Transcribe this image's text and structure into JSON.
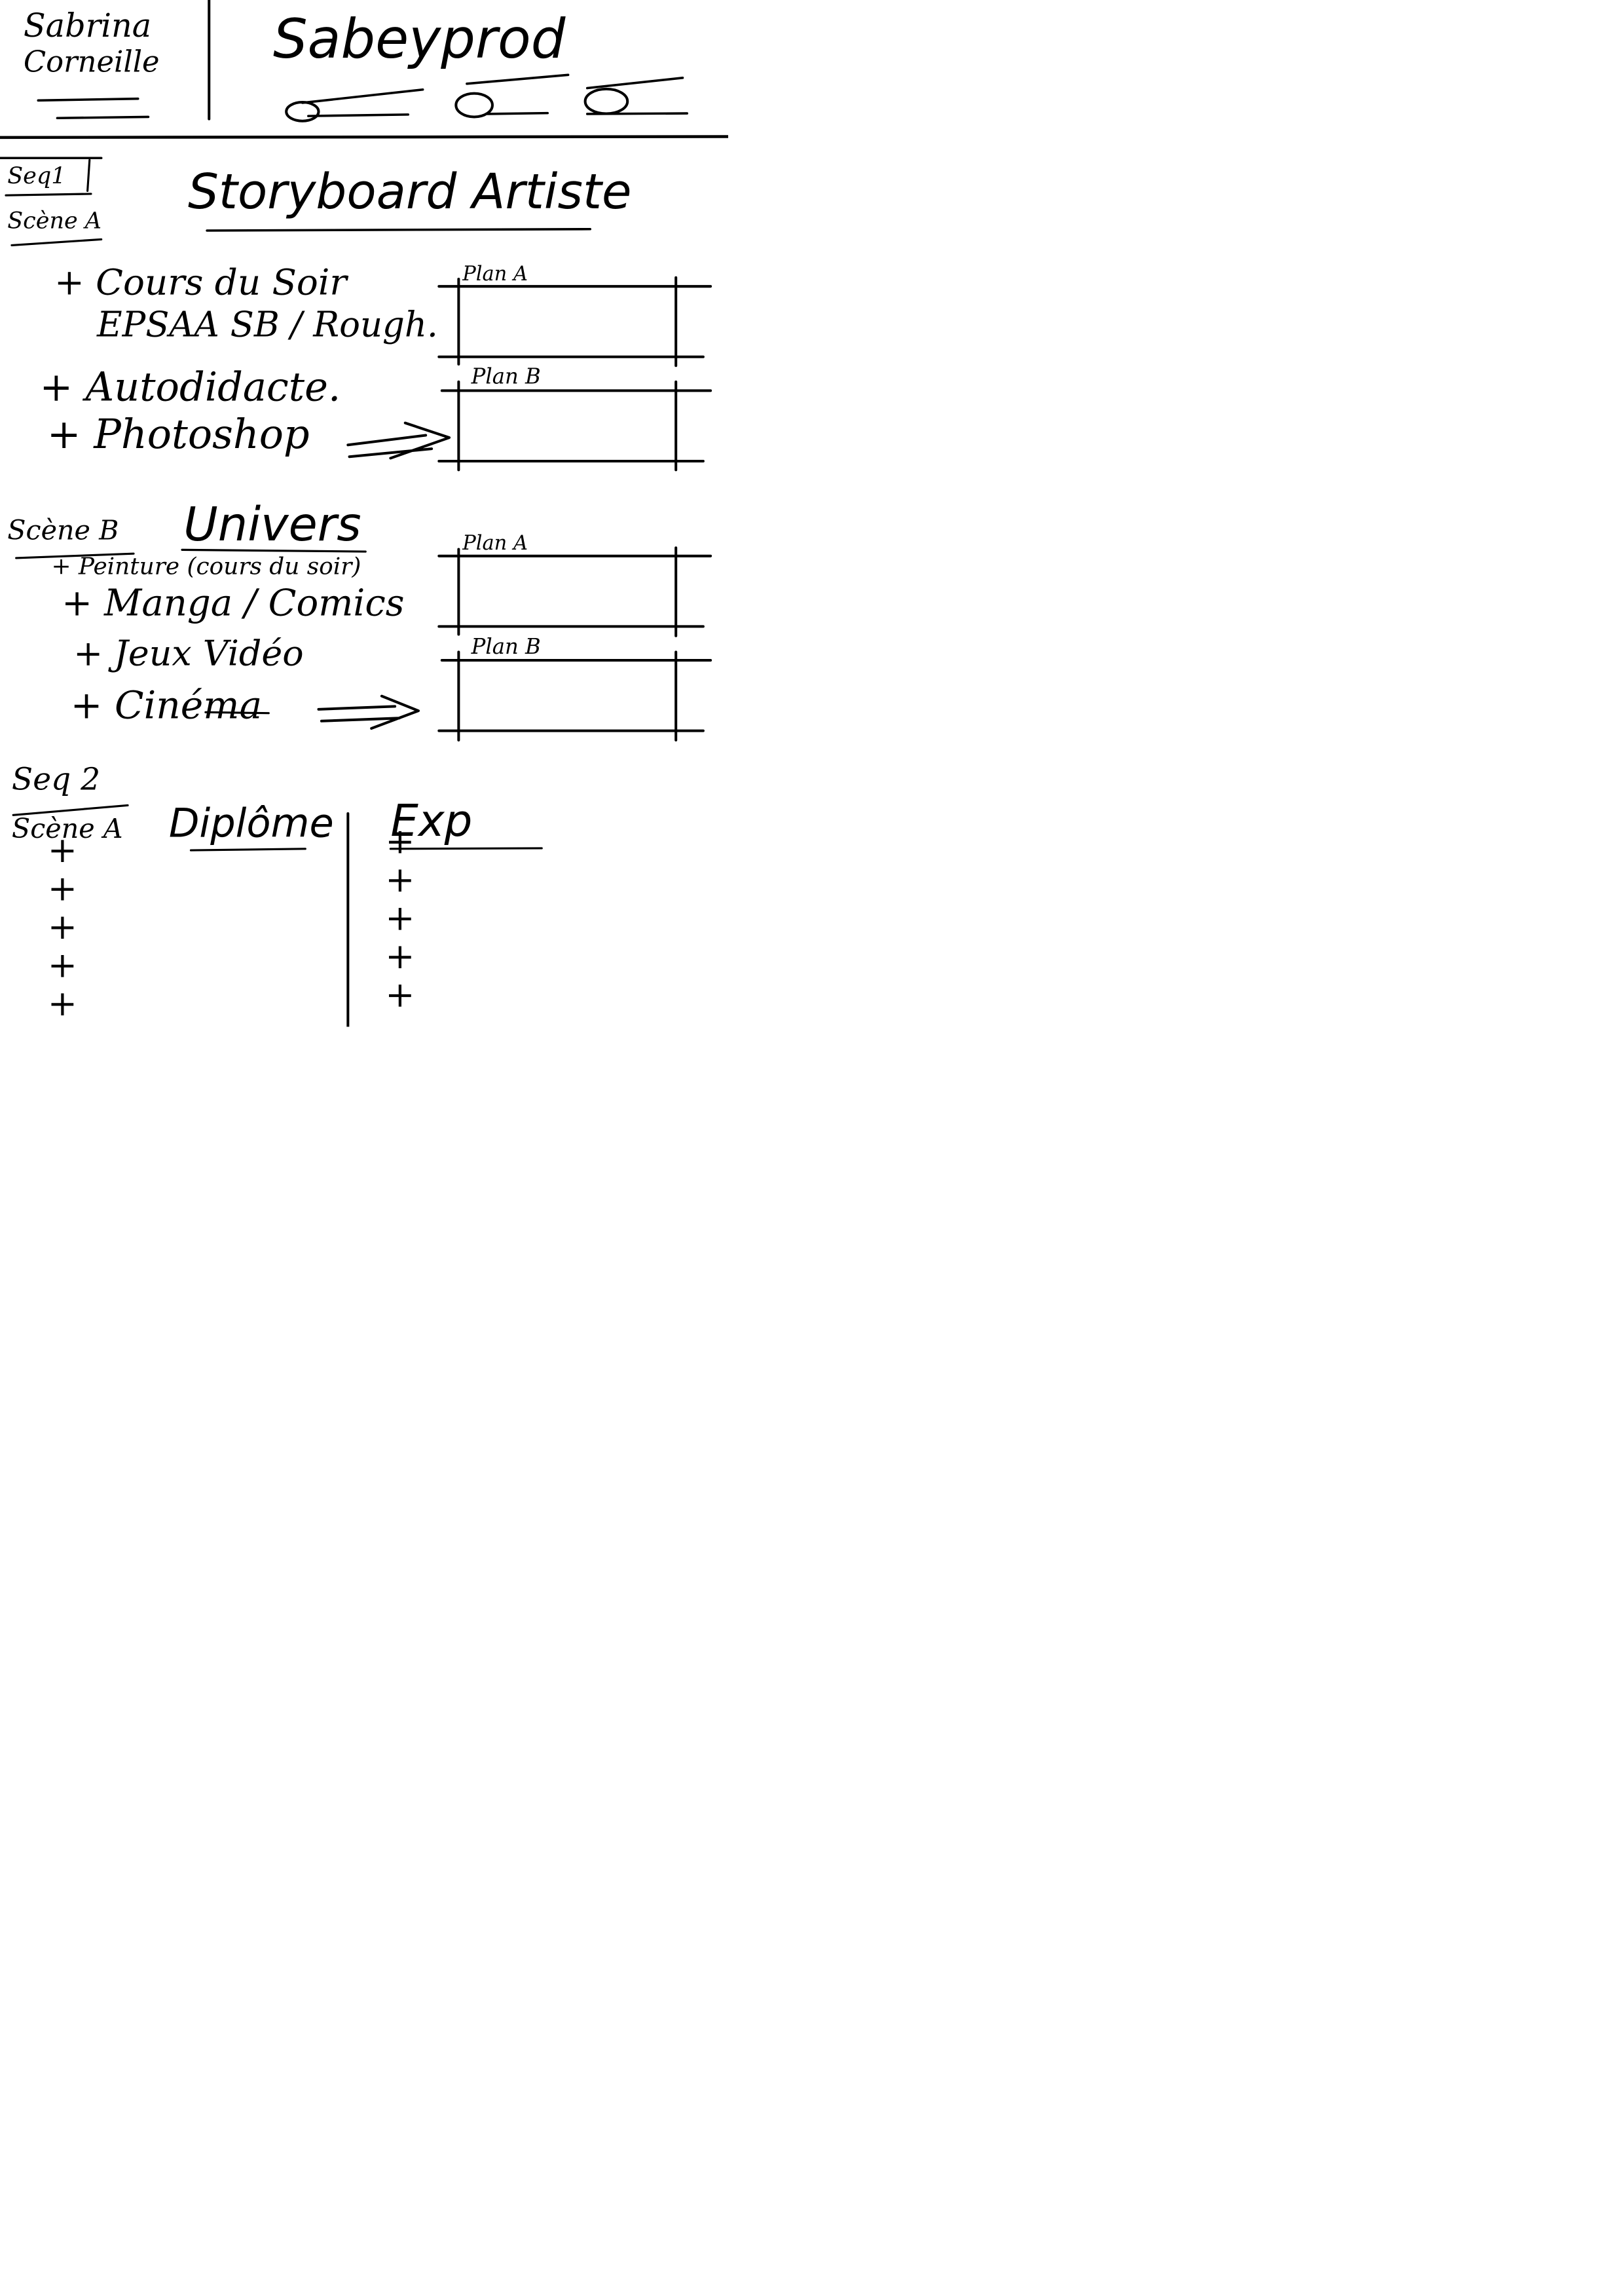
{
  "header": {
    "author_line1": "Sabrina",
    "author_line2": "Corneille",
    "studio": "Sabeyprod"
  },
  "seq1": {
    "seq_label": "Seq1",
    "scene_a": {
      "label": "Scène A",
      "title": "Storyboard Artiste",
      "items": [
        "+ Cours du Soir",
        "EPSAA SB / Rough.",
        "+ Autodidacte.",
        "+ Photoshop"
      ],
      "panels": [
        "Plan A",
        "Plan B"
      ]
    },
    "scene_b": {
      "label": "Scène B",
      "title": "Univers",
      "items": [
        "+ Peinture (cours du soir)",
        "+ Manga / Comics",
        "+ Jeux Vidéo",
        "+ Cinéma"
      ],
      "panels": [
        "Plan A",
        "Plan B"
      ]
    }
  },
  "seq2": {
    "seq_label": "Seq 2",
    "scene_label": "Scène A",
    "left_title": "Diplôme",
    "right_title": "Exp",
    "left_marks": "+++++",
    "right_marks": "+++++"
  }
}
